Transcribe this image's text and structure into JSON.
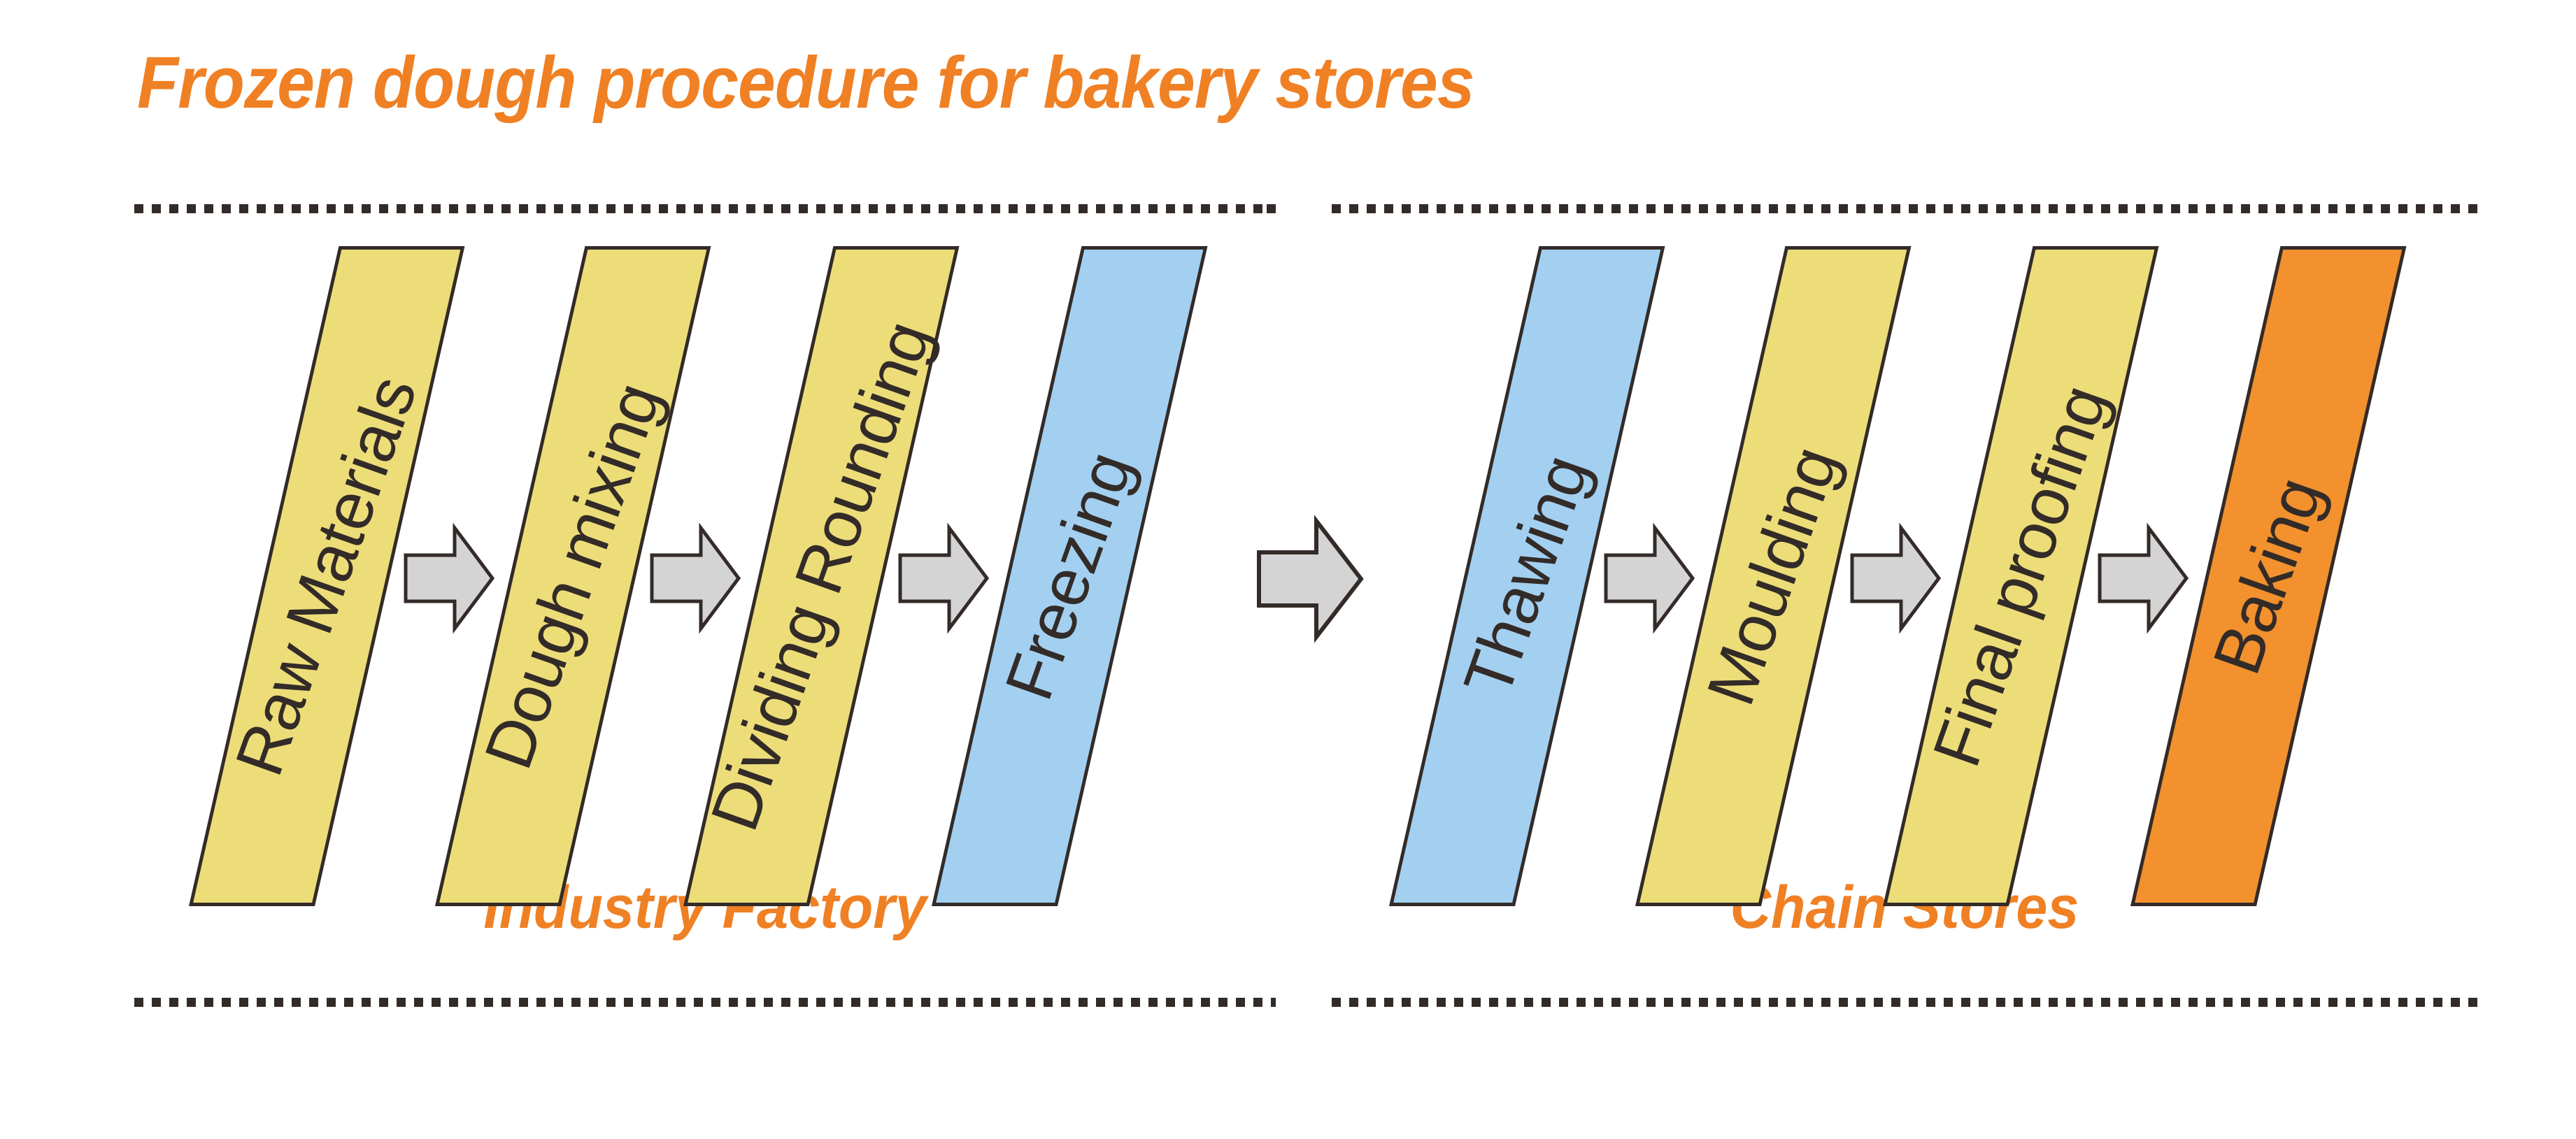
{
  "title": "Frozen dough procedure for bakery stores",
  "colors": {
    "title_orange": "#F08024",
    "step_yellow": "#EDDD79",
    "step_blue": "#A3D0F0",
    "step_orange": "#F2912E",
    "arrow_gray": "#D4D4D4",
    "outline_dark": "#332B28",
    "background": "#FFFFFF"
  },
  "groups": [
    {
      "id": "factory",
      "caption": "Industry Factory",
      "steps": [
        {
          "label": "Raw Materials",
          "color": "yellow"
        },
        {
          "label": "Dough mixing",
          "color": "yellow"
        },
        {
          "label": "Dividing Rounding",
          "color": "yellow"
        },
        {
          "label": "Freezing",
          "color": "blue"
        }
      ]
    },
    {
      "id": "stores",
      "caption": "Chain Stores",
      "steps": [
        {
          "label": "Thawing",
          "color": "blue"
        },
        {
          "label": "Moulding",
          "color": "yellow"
        },
        {
          "label": "Final proofing",
          "color": "yellow"
        },
        {
          "label": "Baking",
          "color": "orange"
        }
      ]
    }
  ],
  "icons": {
    "flow_arrow": "right-block-arrow",
    "transfer_arrow": "right-block-arrow"
  },
  "chart_data": {
    "type": "diagram",
    "diagram_kind": "process-flow",
    "title": "Frozen dough procedure for bakery stores",
    "stages": [
      {
        "group": "Industry Factory",
        "order": 1,
        "step": "Raw Materials",
        "fill": "#EDDD79"
      },
      {
        "group": "Industry Factory",
        "order": 2,
        "step": "Dough mixing",
        "fill": "#EDDD79"
      },
      {
        "group": "Industry Factory",
        "order": 3,
        "step": "Dividing Rounding",
        "fill": "#EDDD79"
      },
      {
        "group": "Industry Factory",
        "order": 4,
        "step": "Freezing",
        "fill": "#A3D0F0"
      },
      {
        "group": "Chain Stores",
        "order": 5,
        "step": "Thawing",
        "fill": "#A3D0F0"
      },
      {
        "group": "Chain Stores",
        "order": 6,
        "step": "Moulding",
        "fill": "#EDDD79"
      },
      {
        "group": "Chain Stores",
        "order": 7,
        "step": "Final proofing",
        "fill": "#EDDD79"
      },
      {
        "group": "Chain Stores",
        "order": 8,
        "step": "Baking",
        "fill": "#F2912E"
      }
    ],
    "connections": [
      "Raw Materials -> Dough mixing",
      "Dough mixing -> Dividing Rounding",
      "Dividing Rounding -> Freezing",
      "Freezing -> Thawing",
      "Thawing -> Moulding",
      "Moulding -> Final proofing",
      "Final proofing -> Baking"
    ],
    "legend": [],
    "notes": "Two dashed-outline containers; 8 skewed parallelogram steps with rotated labels; gray block arrows between steps and one spanning the two containers."
  }
}
